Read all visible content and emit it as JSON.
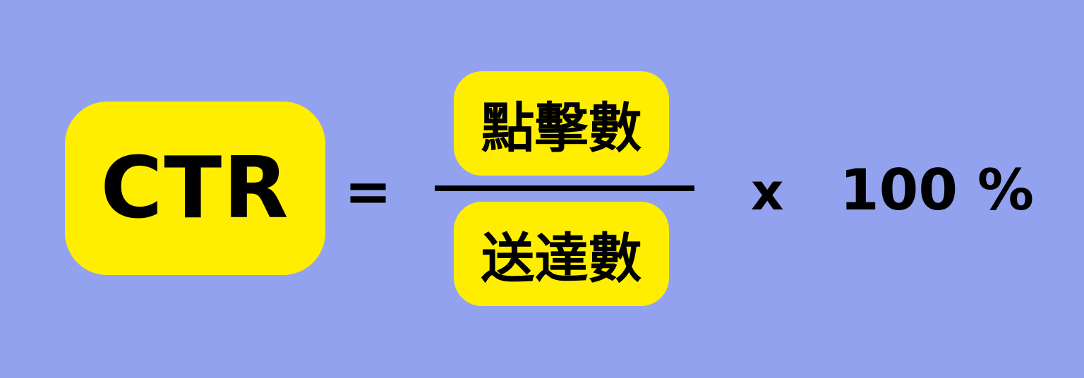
{
  "formula": {
    "lhs": "CTR",
    "equals": "=",
    "numerator": "點擊數",
    "denominator": "送達數",
    "times": "x",
    "multiplier": "100 %"
  },
  "colors": {
    "background": "#93a2ef",
    "highlight": "#ffee00"
  }
}
